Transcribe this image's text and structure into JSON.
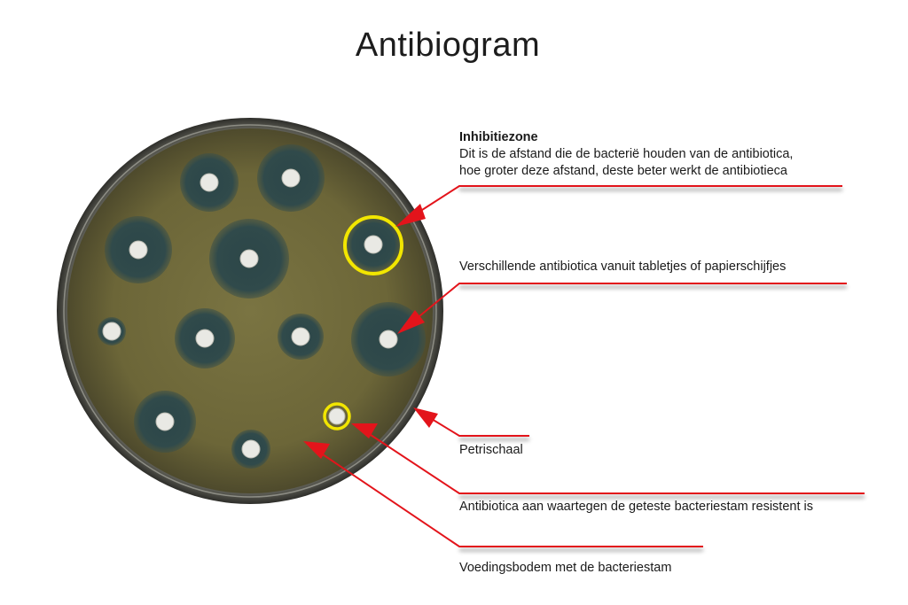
{
  "title": "Antibiogram",
  "labels": {
    "inhibition_heading": "Inhibitiezone",
    "inhibition_line1": "Dit is de afstand die de bacterië houden van de antibiotica,",
    "inhibition_line2": "hoe groter deze afstand, deste beter werkt de antibiotieca",
    "disks": "Verschillende antibiotica vanuit tabletjes of papierschijfjes",
    "petri": "Petrischaal",
    "resistant": "Antibiotica aan waartegen de geteste bacteriestam resistent is",
    "medium": "Voedingsbodem met de bacteriestam"
  },
  "colors": {
    "arrow": "#e3141b",
    "highlight": "#f2e600",
    "agar": "#6f6a3c",
    "zone": "#2f4a4c"
  }
}
